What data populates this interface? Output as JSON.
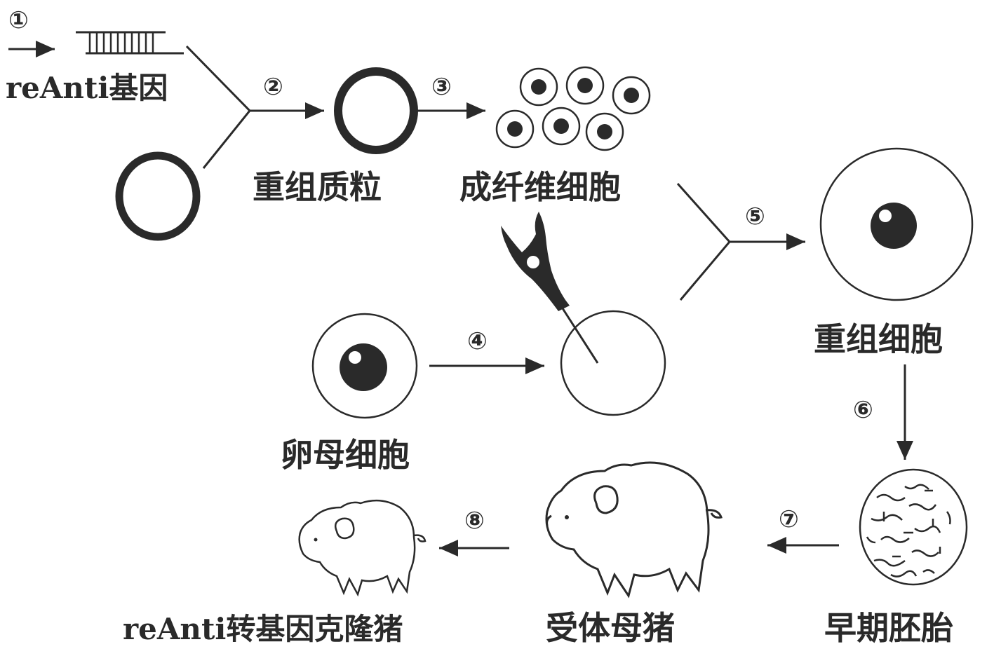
{
  "labels": {
    "gene": "reAnti基因",
    "recombinant_plasmid": "重组质粒",
    "fibroblast": "成纤维细胞",
    "oocyte": "卵母细胞",
    "recombinant_cell": "重组细胞",
    "early_embryo": "早期胚胎",
    "recipient_sow": "受体母猪",
    "transgenic_pig": "reAnti转基因克隆猪"
  },
  "steps": {
    "s1": "①",
    "s2": "②",
    "s3": "③",
    "s4": "④",
    "s5": "⑤",
    "s6": "⑥",
    "s7": "⑦",
    "s8": "⑧"
  },
  "colors": {
    "ink": "#2a2a2a",
    "background": "#ffffff"
  }
}
